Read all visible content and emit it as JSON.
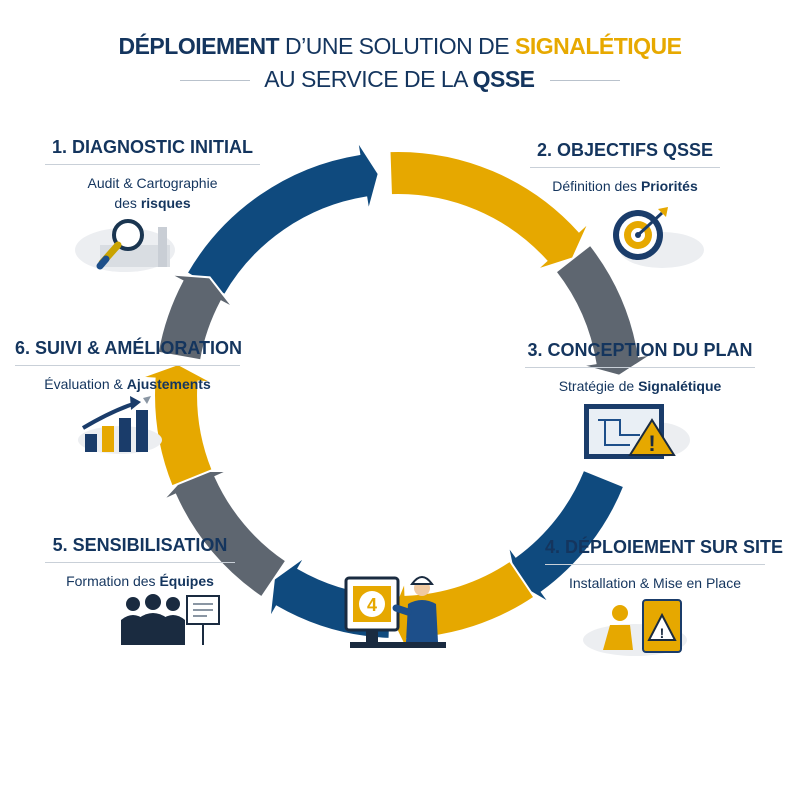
{
  "header": {
    "line1_bold": "DÉPLOIEMENT",
    "line1_mid": "D’UNE SOLUTION DE",
    "line1_accent": "SIGNALÉTIQUE",
    "line2_text": "AU SERVICE DE LA",
    "line2_bold": "QSSE"
  },
  "steps": [
    {
      "title": "1. DIAGNOSTIC INITIAL",
      "desc": "Audit & Cartographie",
      "desc_bold_prefix": "des",
      "desc_bold": "risques",
      "icon": "magnifier-factory-icon"
    },
    {
      "title": "2. OBJECTIFS QSSE",
      "desc": "Définition des",
      "desc_bold": "Priorités",
      "icon": "target-icon"
    },
    {
      "title": "3. CONCEPTION DU PLAN",
      "desc": "Stratégie de",
      "desc_bold": "Signalétique",
      "icon": "plan-warning-icon"
    },
    {
      "title": "4. DÉPLOIEMENT SUR SITE",
      "desc": "Installation & Mise en Place",
      "desc_bold": "",
      "icon": "worker-installing-icon"
    },
    {
      "title": "5. SENSIBILISATION",
      "desc": "Formation des",
      "desc_bold": "Équipes",
      "icon": "team-training-icon"
    },
    {
      "title": "6. SUIVI & AMÉLIORATION",
      "desc": "Évaluation &",
      "desc_bold": "Ajustements",
      "icon": "growth-chart-icon"
    }
  ],
  "colors": {
    "blue": "#0f4a7e",
    "yellow": "#e6a800",
    "gray": "#5e6670",
    "text": "#14355e"
  },
  "center_sign_number": "4"
}
